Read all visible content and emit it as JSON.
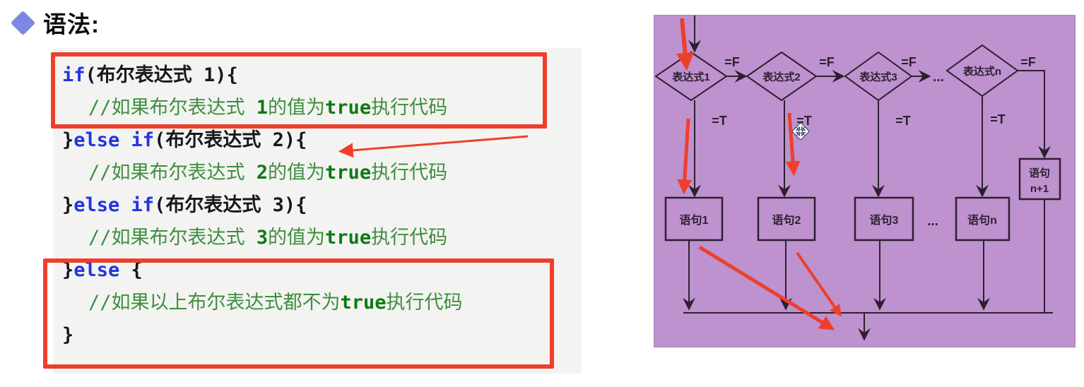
{
  "heading": {
    "label": "语法:",
    "bullet_icon": "diamond",
    "bullet_color": "#7d88e5"
  },
  "code": {
    "background": "#f3f3f1",
    "keyword_color": "#2135e0",
    "comment_color": "#3e8e3e",
    "comment_bold_color": "#0e7a12",
    "plain_color": "#17171f",
    "lines": [
      {
        "indent": 0,
        "segments": [
          {
            "text": "if",
            "style": "keyword"
          },
          {
            "text": "(布尔表达式 1){",
            "style": "plain"
          }
        ]
      },
      {
        "indent": 1,
        "segments": [
          {
            "text": "//如果布尔表达式 ",
            "style": "comment"
          },
          {
            "text": "1",
            "style": "comment-bold"
          },
          {
            "text": "的值为",
            "style": "comment"
          },
          {
            "text": "true",
            "style": "comment-bold"
          },
          {
            "text": "执行代码",
            "style": "comment"
          }
        ]
      },
      {
        "indent": 0,
        "segments": [
          {
            "text": "}",
            "style": "plain"
          },
          {
            "text": "else if",
            "style": "keyword"
          },
          {
            "text": "(布尔表达式 2){",
            "style": "plain"
          }
        ]
      },
      {
        "indent": 1,
        "segments": [
          {
            "text": "//如果布尔表达式 ",
            "style": "comment"
          },
          {
            "text": "2",
            "style": "comment-bold"
          },
          {
            "text": "的值为",
            "style": "comment"
          },
          {
            "text": "true",
            "style": "comment-bold"
          },
          {
            "text": "执行代码",
            "style": "comment"
          }
        ]
      },
      {
        "indent": 0,
        "segments": [
          {
            "text": "}",
            "style": "plain"
          },
          {
            "text": "else if",
            "style": "keyword"
          },
          {
            "text": "(布尔表达式 3){",
            "style": "plain"
          }
        ]
      },
      {
        "indent": 1,
        "segments": [
          {
            "text": "//如果布尔表达式 ",
            "style": "comment"
          },
          {
            "text": "3",
            "style": "comment-bold"
          },
          {
            "text": "的值为",
            "style": "comment"
          },
          {
            "text": "true",
            "style": "comment-bold"
          },
          {
            "text": "执行代码",
            "style": "comment"
          }
        ]
      },
      {
        "indent": 0,
        "segments": [
          {
            "text": "}",
            "style": "plain"
          },
          {
            "text": "else",
            "style": "keyword"
          },
          {
            "text": " {",
            "style": "plain"
          }
        ]
      },
      {
        "indent": 1,
        "segments": [
          {
            "text": "//如果以上布尔表达式都不为",
            "style": "comment"
          },
          {
            "text": "true",
            "style": "comment-bold"
          },
          {
            "text": "执行代码",
            "style": "comment"
          }
        ]
      },
      {
        "indent": 0,
        "segments": [
          {
            "text": "}",
            "style": "plain"
          }
        ]
      }
    ]
  },
  "annotations": {
    "highlight_color": "#ee3f2c",
    "box_1": "if-branch-highlight",
    "box_2": "else-branch-highlight",
    "pointer": "arrow-to-else-if-line"
  },
  "flowchart": {
    "background": "#bd92cf",
    "line_color": "#2e1f2e",
    "diamonds": [
      {
        "label": "表达式1"
      },
      {
        "label": "表达式2"
      },
      {
        "label": "表达式3"
      },
      {
        "label": "表达式n"
      }
    ],
    "false_labels": [
      "=F",
      "=F",
      "=F",
      "=F"
    ],
    "true_labels": [
      "=T",
      "=T",
      "=T",
      "=T"
    ],
    "boxes": [
      {
        "label": "语句1"
      },
      {
        "label": "语句2"
      },
      {
        "label": "语句3"
      },
      {
        "label": "语句n"
      }
    ],
    "extra_box": {
      "line1": "语句",
      "line2": "n+1"
    },
    "dots_top": "...",
    "dots_bottom": "...",
    "cursor_icon": "move-cursor"
  }
}
